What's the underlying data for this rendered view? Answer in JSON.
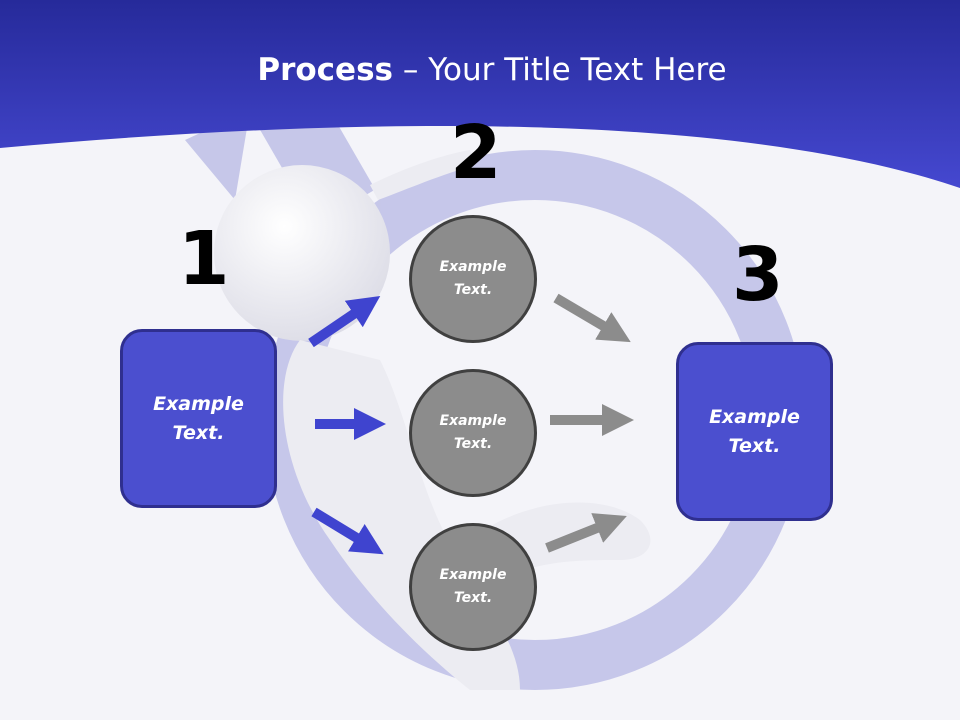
{
  "title": {
    "bold": "Process",
    "rest": " – Your Title Text Here"
  },
  "steps": [
    {
      "number": "1",
      "text": "Example Text."
    },
    {
      "number": "2",
      "items": [
        "Example Text.",
        "Example Text.",
        "Example Text."
      ]
    },
    {
      "number": "3",
      "text": "Example Text."
    }
  ],
  "colors": {
    "header": "#3b3dc0",
    "box_fill": "#4b4fcf",
    "circle_fill": "#8c8c8c",
    "blue_arrow": "#3f44cf",
    "gray_arrow": "#8c8c8c"
  }
}
